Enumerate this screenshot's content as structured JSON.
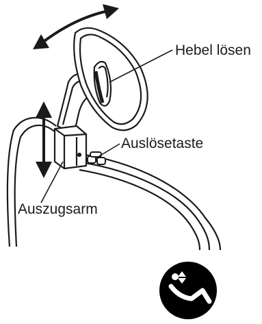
{
  "labels": {
    "lever": "Hebel lösen",
    "release_button": "Auslösetaste",
    "extension_arm": "Auszugsarm"
  },
  "colors": {
    "line": "#1a1a1a",
    "background": "#ffffff",
    "icon_fill": "#000000",
    "icon_symbol": "#ffffff"
  },
  "icons": {
    "tilt_arrow": "curved-double-arrow-icon",
    "height_arrow": "vertical-double-arrow-icon",
    "dentist_chair": "dental-chair-symbol-icon"
  }
}
